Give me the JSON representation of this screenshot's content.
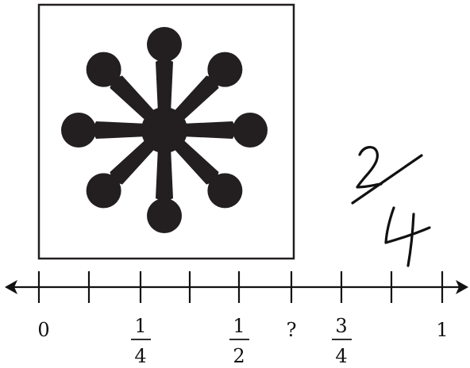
{
  "number_line": {
    "labels": [
      {
        "type": "whole",
        "text": "0"
      },
      {
        "type": "fraction",
        "numerator": "1",
        "denominator": "4"
      },
      {
        "type": "fraction",
        "numerator": "1",
        "denominator": "2"
      },
      {
        "type": "unknown",
        "text": "?"
      },
      {
        "type": "fraction",
        "numerator": "3",
        "denominator": "4"
      },
      {
        "type": "whole",
        "text": "1"
      }
    ]
  },
  "handwritten_answer": {
    "numerator": "2",
    "denominator": "4"
  },
  "picture": {
    "icon": "asterisk-flower-icon",
    "color": "#231f20"
  }
}
